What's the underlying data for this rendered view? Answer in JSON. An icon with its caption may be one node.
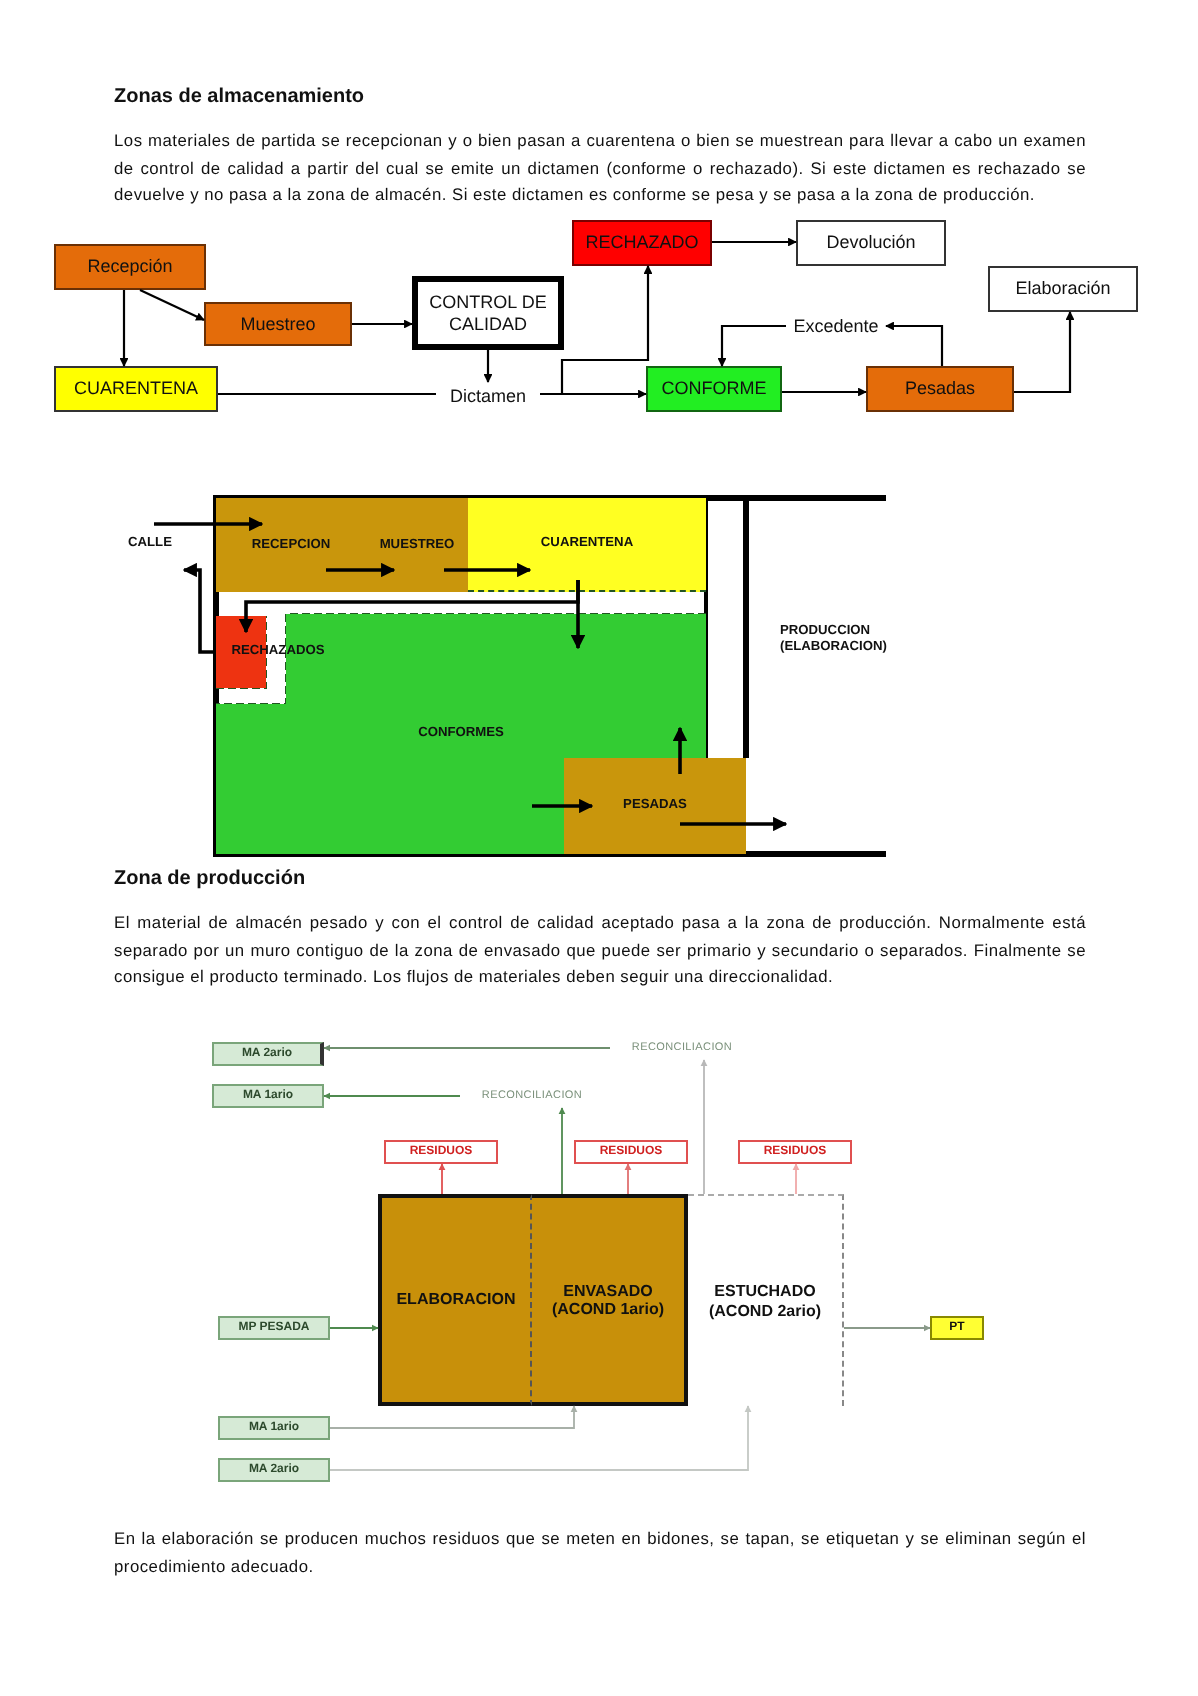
{
  "diagram": {
    "title": "Zonas de almacenamiento",
    "nodes": [
      {
        "text": [
          "Recepción"
        ]
      },
      {
        "text": [
          "Muestreo"
        ]
      },
      {
        "text": [
          "CONTROL DE CALIDAD"
        ]
      },
      {
        "text": [
          "CUARENTENA"
        ]
      },
      {
        "text": [
          "Dictamen"
        ]
      },
      {
        "text": [
          "RECHAZADO"
        ]
      },
      {
        "text": [
          "Devolución"
        ]
      },
      {
        "text": [
          "CONFORME"
        ]
      },
      {
        "text": [
          "Excedente"
        ]
      },
      {
        "text": [
          "Pesadas"
        ]
      },
      {
        "text": [
          "Elaboración"
        ]
      },
      {
        "text": [
          "CALLE"
        ]
      },
      {
        "text": [
          "RECEPCION"
        ]
      },
      {
        "text": [
          "MUESTREO"
        ]
      },
      {
        "text": [
          "CUARENTENA"
        ]
      },
      {
        "text": [
          "RECHAZADOS"
        ]
      },
      {
        "text": [
          "CONFORMES"
        ]
      },
      {
        "text": [
          "PESADAS"
        ]
      },
      {
        "text": [
          "PRODUCCION (ELABORACION)"
        ]
      },
      {
        "text": [
          "MA 2ario"
        ]
      },
      {
        "text": [
          "RECONCILIACION"
        ]
      },
      {
        "text": [
          "MA 1ario"
        ]
      },
      {
        "text": [
          "RECONCILIACION"
        ]
      },
      {
        "text": [
          "RESIDUOS"
        ]
      },
      {
        "text": [
          "RESIDUOS"
        ]
      },
      {
        "text": [
          "RESIDUOS"
        ]
      },
      {
        "text": [
          "ELABORACION"
        ]
      },
      {
        "text": [
          "ENVASADO (ACOND 1ario)"
        ]
      },
      {
        "text": [
          "ESTUCHADO (ACOND 2ario)"
        ]
      },
      {
        "text": [
          "MP PESADA"
        ]
      },
      {
        "text": [
          "PT"
        ]
      },
      {
        "text": [
          "MA 1ario"
        ]
      },
      {
        "text": [
          "MA 2ario"
        ]
      }
    ],
    "edges": [
      {
        "from": 0,
        "to": 3,
        "arrow": "to"
      },
      {
        "from": 0,
        "to": 1,
        "arrow": "to"
      },
      {
        "from": 1,
        "to": 2,
        "arrow": "to"
      },
      {
        "from": 2,
        "to": 4,
        "arrow": "to"
      },
      {
        "from": 3,
        "to": 4,
        "arrow": "none"
      },
      {
        "from": 4,
        "to": 7,
        "arrow": "to"
      },
      {
        "from": 4,
        "to": 5,
        "arrow": "to"
      },
      {
        "from": 5,
        "to": 6,
        "arrow": "to"
      },
      {
        "from": 7,
        "to": 9,
        "arrow": "to"
      },
      {
        "from": 9,
        "to": 8,
        "arrow": "to"
      },
      {
        "from": 8,
        "to": 7,
        "arrow": "to"
      },
      {
        "from": 9,
        "to": 10,
        "arrow": "to"
      },
      {
        "from": 11,
        "to": 12,
        "arrow": "to"
      },
      {
        "from": 15,
        "to": 11,
        "arrow": "to"
      },
      {
        "from": 12,
        "to": 13,
        "arrow": "to"
      },
      {
        "from": 13,
        "to": 14,
        "arrow": "to"
      },
      {
        "from": 14,
        "to": 15,
        "arrow": "to"
      },
      {
        "from": 14,
        "to": 16,
        "arrow": "to"
      },
      {
        "from": 16,
        "to": 17,
        "arrow": "to"
      },
      {
        "from": 17,
        "to": 16,
        "arrow": "to"
      },
      {
        "from": 17,
        "to": null,
        "arrow": "to"
      },
      {
        "from": 20,
        "to": 19,
        "arrow": "to",
        "color": "#6e8f6e"
      },
      {
        "from": 28,
        "to": 20,
        "arrow": "to",
        "color": "#b8b8b8"
      },
      {
        "from": 22,
        "to": 21,
        "arrow": "to",
        "color": "#4f8a4f"
      },
      {
        "from": 27,
        "to": 22,
        "arrow": "to",
        "color": "#4f8a4f"
      },
      {
        "from": 26,
        "to": 23,
        "arrow": "to",
        "color": "#e05050"
      },
      {
        "from": 27,
        "to": 24,
        "arrow": "to",
        "color": "#e07070"
      },
      {
        "from": 28,
        "to": 25,
        "arrow": "to",
        "color": "#f0a8a8"
      },
      {
        "from": 29,
        "to": 26,
        "arrow": "to",
        "color": "#4f8a4f"
      },
      {
        "from": 28,
        "to": 30,
        "arrow": "to",
        "color": "#8a9a8a"
      },
      {
        "from": 31,
        "to": 27,
        "arrow": "to",
        "color": "#a8b0a8"
      },
      {
        "from": 32,
        "to": 28,
        "arrow": "to",
        "color": "#c4c8c4"
      }
    ],
    "labels": [
      "Los materiales de partida se recepcionan y o bien pasan a cuarentena o bien se muestrean para llevar a cabo un examen de control de calidad a partir del cual se emite un dictamen (conforme o rechazado). Si este dictamen es rechazado se devuelve y no pasa a la zona de almacén. Si este dictamen es conforme se pesa y se pasa a la zona de producción.",
      "Zona de producción",
      "El material de almacén pesado y con el control de calidad aceptado pasa a la zona de producción. Normalmente está separado por un muro contiguo de la zona de envasado que puede ser primario y secundario o separados. Finalmente se consigue el producto terminado. Los flujos de materiales deben seguir una direccionalidad.",
      "En la elaboración se producen muchos residuos que se meten en bidones, se tapan, se etiquetan y se eliminan según el procedimiento adecuado."
    ]
  }
}
